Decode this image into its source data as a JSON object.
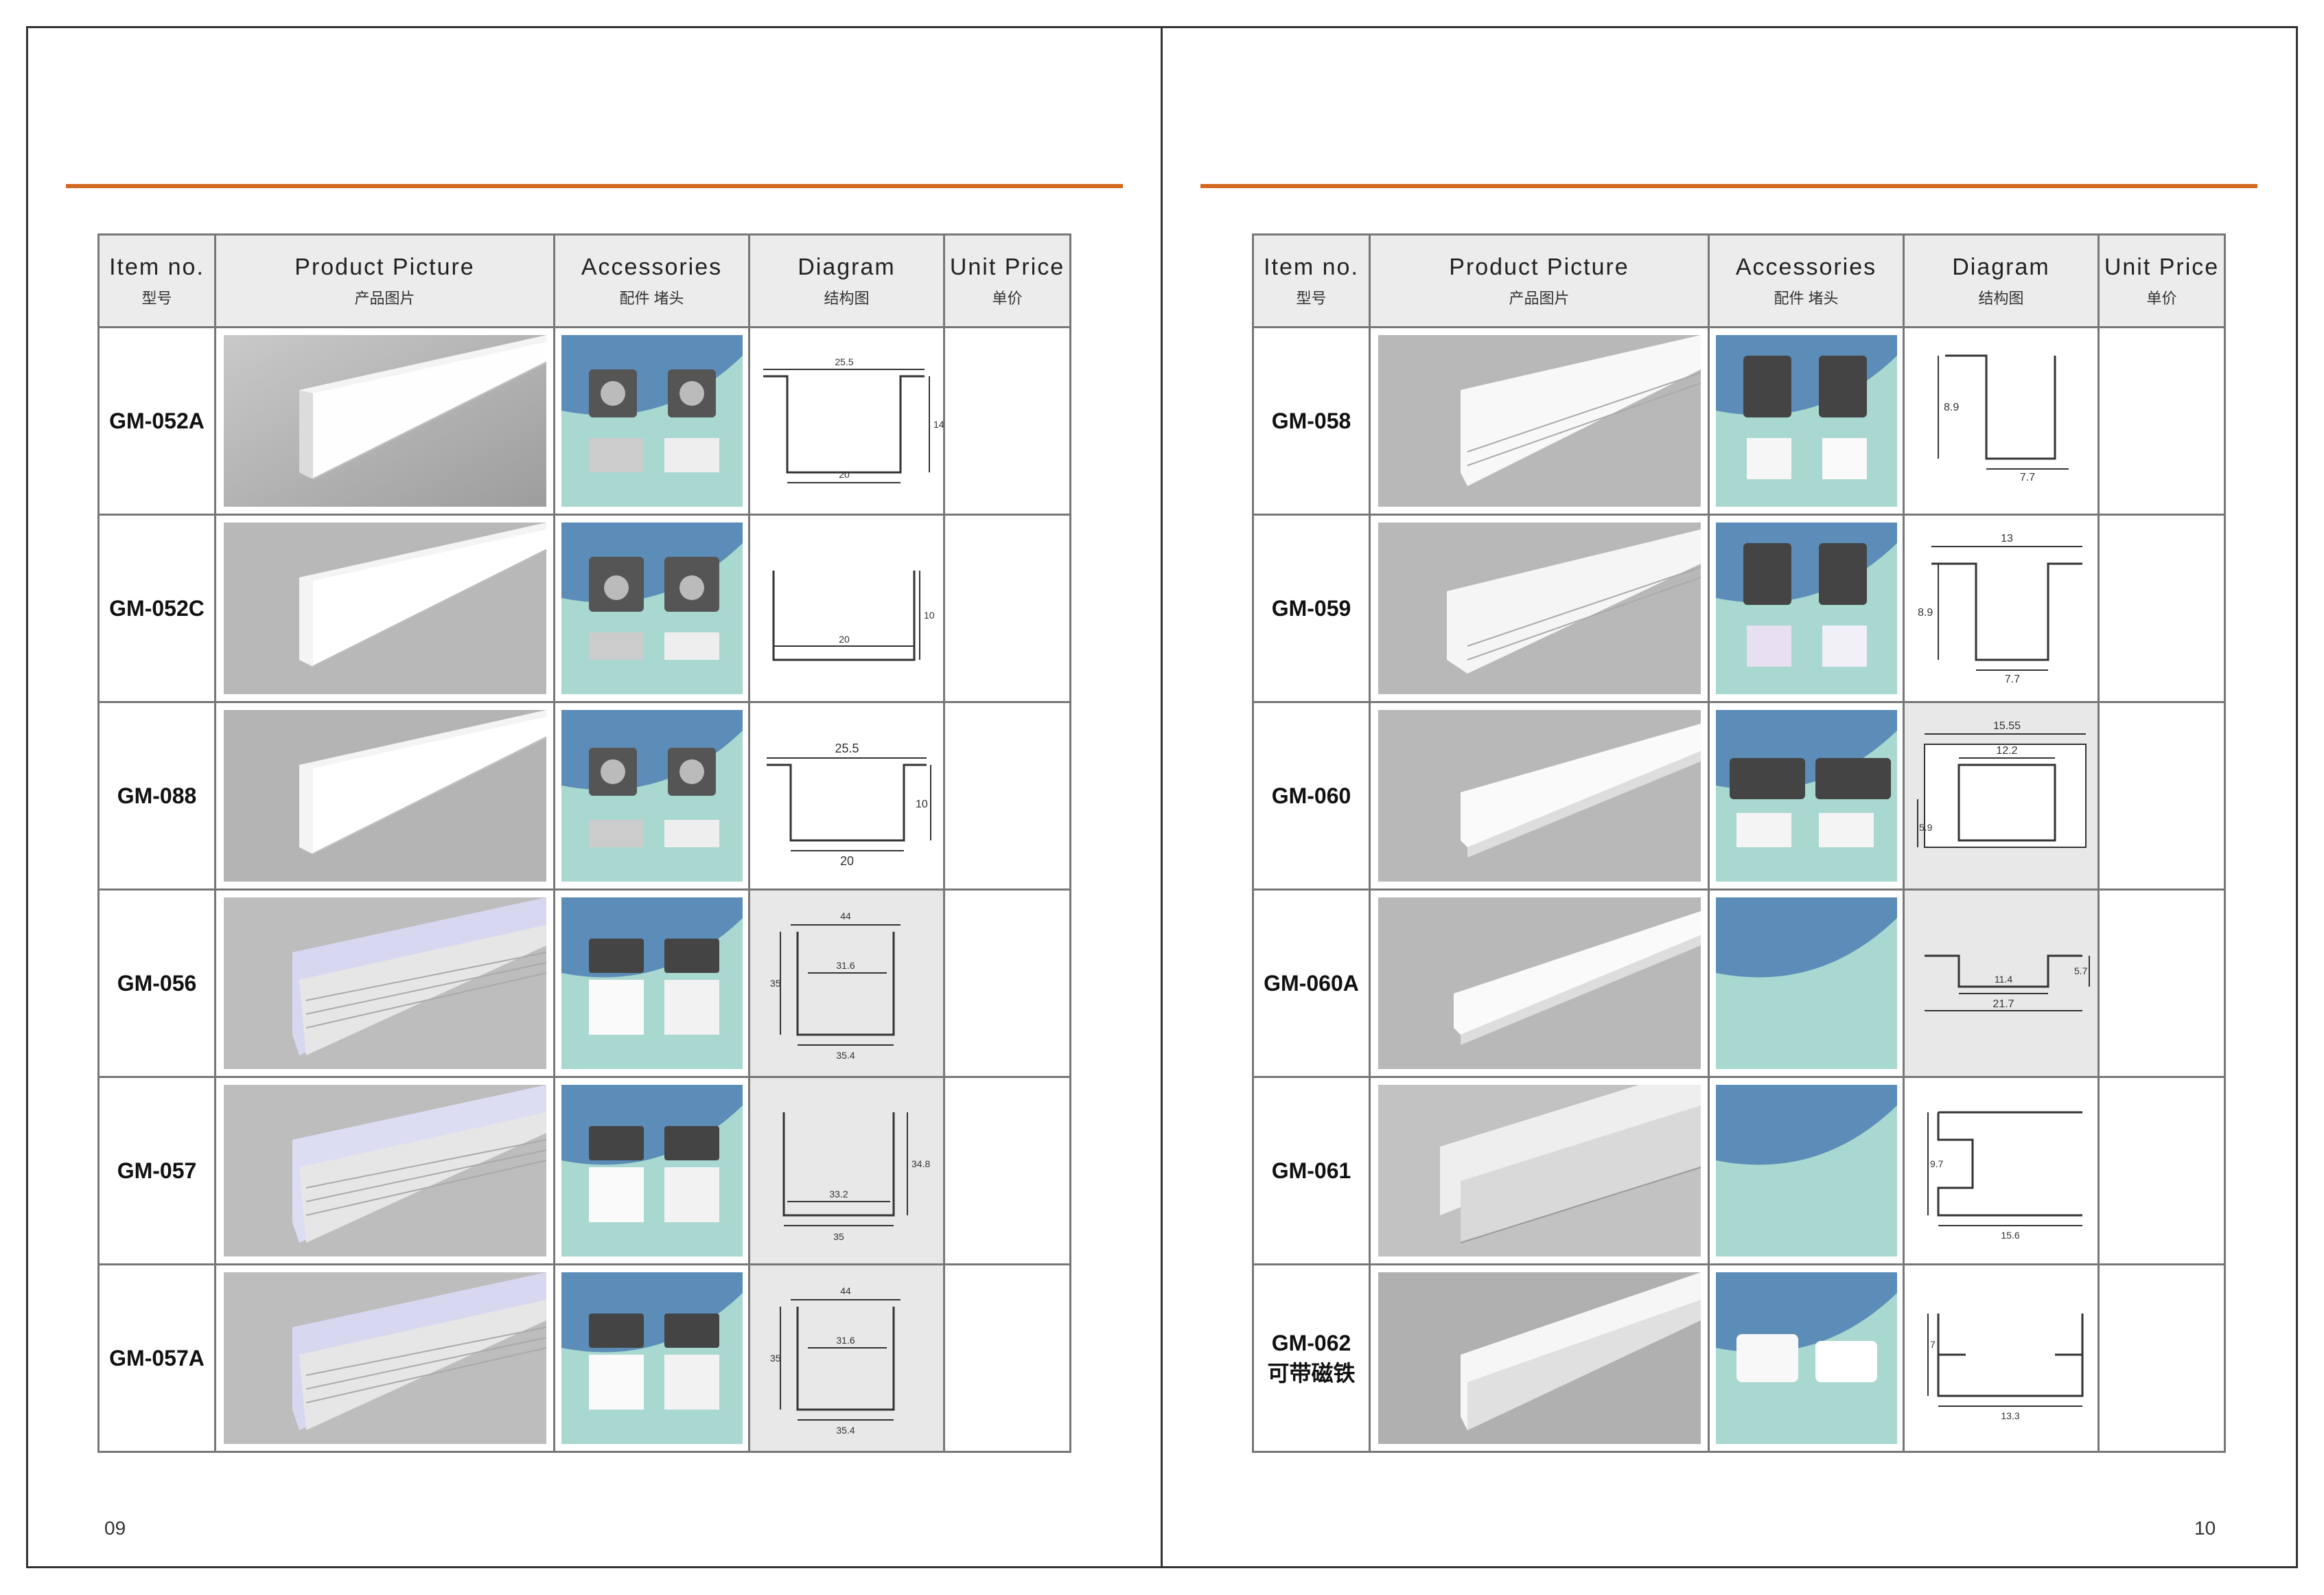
{
  "headers": {
    "item_en": "Item no.",
    "item_zh": "型号",
    "pic_en": "Product Picture",
    "pic_zh": "产品图片",
    "acc_en": "Accessories",
    "acc_zh": "配件 堵头",
    "dia_en": "Diagram",
    "dia_zh": "结构图",
    "price_en": "Unit Price",
    "price_zh": "单价"
  },
  "left_page": {
    "page_number": "09",
    "rows": [
      {
        "item": "GM-052A",
        "dims": [
          "25.5",
          "14",
          "20"
        ]
      },
      {
        "item": "GM-052C",
        "dims": [
          "10",
          "20"
        ]
      },
      {
        "item": "GM-088",
        "dims": [
          "25.5",
          "10",
          "20"
        ]
      },
      {
        "item": "GM-056",
        "dims": [
          "44",
          "31.6",
          "35",
          "35.4"
        ]
      },
      {
        "item": "GM-057",
        "dims": [
          "34.8",
          "33.2",
          "35"
        ]
      },
      {
        "item": "GM-057A",
        "dims": [
          "44",
          "31.6",
          "35",
          "35.4"
        ]
      }
    ]
  },
  "right_page": {
    "page_number": "10",
    "rows": [
      {
        "item": "GM-058",
        "dims": [
          "8.9",
          "7.7"
        ]
      },
      {
        "item": "GM-059",
        "dims": [
          "13",
          "8.9",
          "7.7"
        ]
      },
      {
        "item": "GM-060",
        "dims": [
          "15.55",
          "12.2",
          "5.9"
        ]
      },
      {
        "item": "GM-060A",
        "dims": [
          "5.7",
          "11.4",
          "21.7"
        ]
      },
      {
        "item": "GM-061",
        "dims": [
          "9.7",
          "15.6"
        ]
      },
      {
        "item": "GM-062",
        "item_line2": "可带磁铁",
        "dims": [
          "7",
          "13.3"
        ]
      }
    ]
  },
  "colors": {
    "rule": "#d2691e",
    "accessory_bg": "#a8d8d0",
    "accessory_blob": "#5b8db8"
  }
}
